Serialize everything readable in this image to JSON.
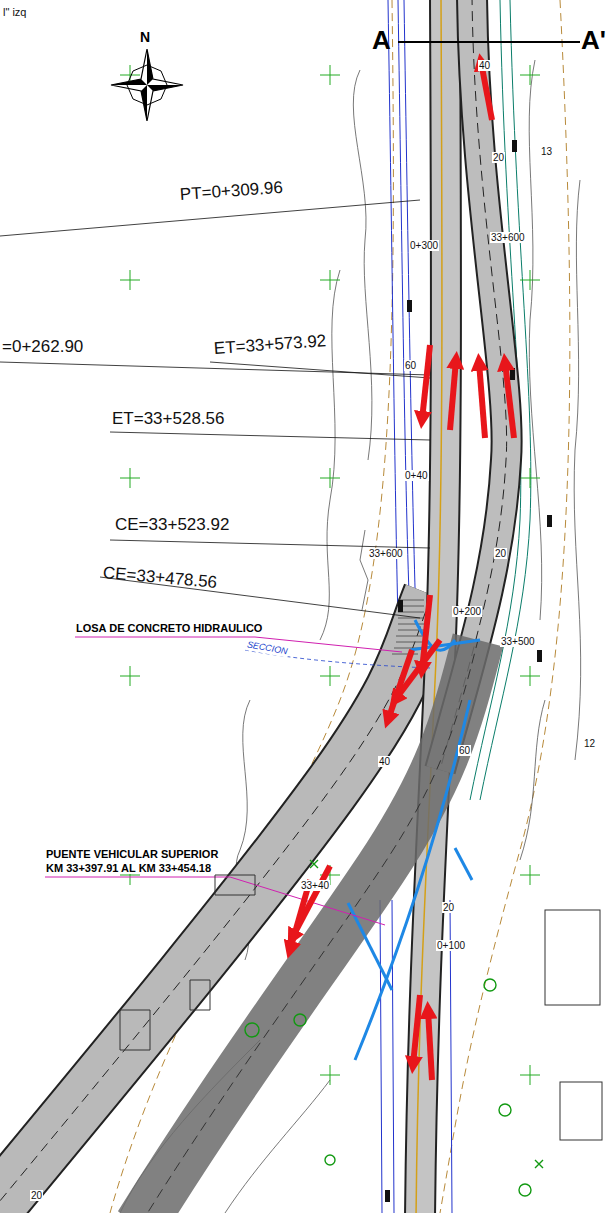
{
  "diagram": {
    "labels": [
      "l\" izq",
      "A",
      "A'",
      "N",
      "PT=0+309.96",
      "=0+262.90",
      "ET=33+573.92",
      "ET=33+528.56",
      "CE=33+523.92",
      "CE=33+478.56",
      "LOSA DE CONCRETO HIDRAULICO",
      "SECCION",
      "PUENTE VEHICULAR SUPERIOR",
      "KM 33+397.91 AL KM 33+454.18",
      "40",
      "20",
      "33+600",
      "0+300",
      "60",
      "0+40",
      "33+600",
      "20",
      "0+200",
      "33+500",
      "40",
      "60",
      "20",
      "0+100",
      "33+40",
      "12",
      "13",
      "20"
    ]
  }
}
